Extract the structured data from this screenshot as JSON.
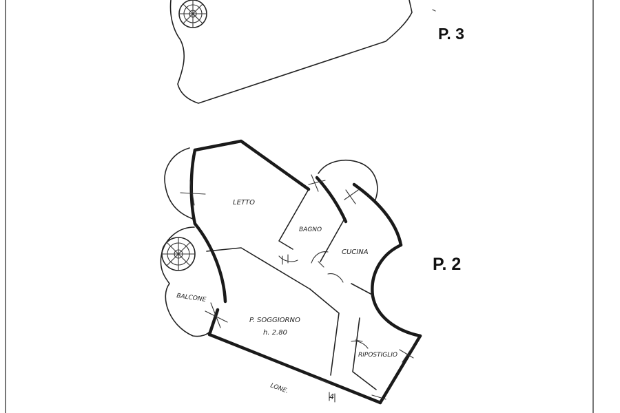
{
  "floor_labels": {
    "upper": "P. 3",
    "main": "P. 2"
  },
  "rooms": {
    "letto": "LETTO",
    "bagno": "BAGNO",
    "cucina": "CUCINA",
    "balcone": "BALCONE",
    "soggiorno": "P. SOGGIORNO",
    "height": "h. 2.80",
    "ripostiglio": "RIPOSTIGLIO",
    "corridor": "LONE."
  },
  "marks": {
    "bottom_number": "4"
  },
  "colors": {
    "ink": "#1a1a1a",
    "paper": "#ffffff"
  }
}
